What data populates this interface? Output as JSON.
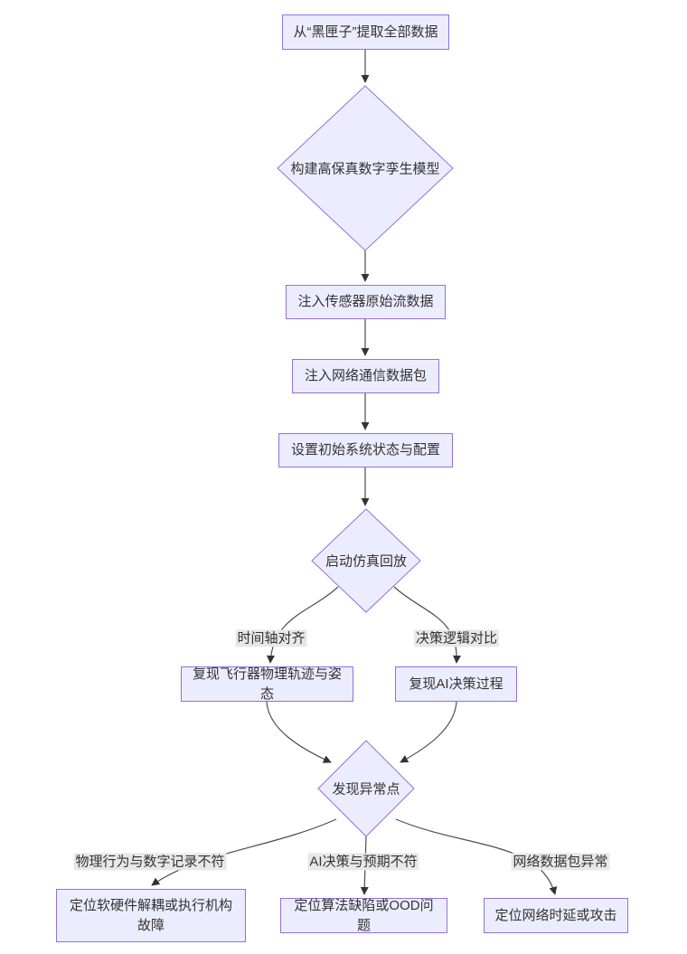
{
  "diagram": {
    "type": "flowchart",
    "direction": "top-down",
    "colors": {
      "node_fill": "#ECECFF",
      "node_border": "#9370DB",
      "edge_stroke": "#4d4d4d",
      "arrowhead": "#333333",
      "edge_label_bg": "#e8e8e8",
      "text": "#333333",
      "background": "#ffffff"
    },
    "nodes": [
      {
        "id": "extract-data",
        "shape": "rect",
        "label": "从“黑匣子”提取全部数据"
      },
      {
        "id": "build-twin",
        "shape": "diamond",
        "label": "构建高保真数字孪生模型"
      },
      {
        "id": "inject-sensor",
        "shape": "rect",
        "label": "注入传感器原始流数据"
      },
      {
        "id": "inject-network",
        "shape": "rect",
        "label": "注入网络通信数据包"
      },
      {
        "id": "init-state",
        "shape": "rect",
        "label": "设置初始系统状态与配置"
      },
      {
        "id": "start-replay",
        "shape": "diamond",
        "label": "启动仿真回放"
      },
      {
        "id": "replay-physical",
        "shape": "rect",
        "label": "复现飞行器物理轨迹与姿态"
      },
      {
        "id": "replay-ai",
        "shape": "rect",
        "label": "复现AI决策过程"
      },
      {
        "id": "find-anomaly",
        "shape": "diamond",
        "label": "发现异常点"
      },
      {
        "id": "locate-hw-fault",
        "shape": "rect",
        "label": "定位软硬件解耦或执行机构故障"
      },
      {
        "id": "locate-algo",
        "shape": "rect",
        "label": "定位算法缺陷或OOD问题"
      },
      {
        "id": "locate-network",
        "shape": "rect",
        "label": "定位网络时延或攻击"
      }
    ],
    "edge_labels": [
      {
        "id": "timeline-align",
        "label": "时间轴对齐"
      },
      {
        "id": "decision-compare",
        "label": "决策逻辑对比"
      },
      {
        "id": "physical-mismatch",
        "label": "物理行为与数字记录不符"
      },
      {
        "id": "ai-mismatch",
        "label": "AI决策与预期不符"
      },
      {
        "id": "packet-anomaly",
        "label": "网络数据包异常"
      }
    ]
  }
}
